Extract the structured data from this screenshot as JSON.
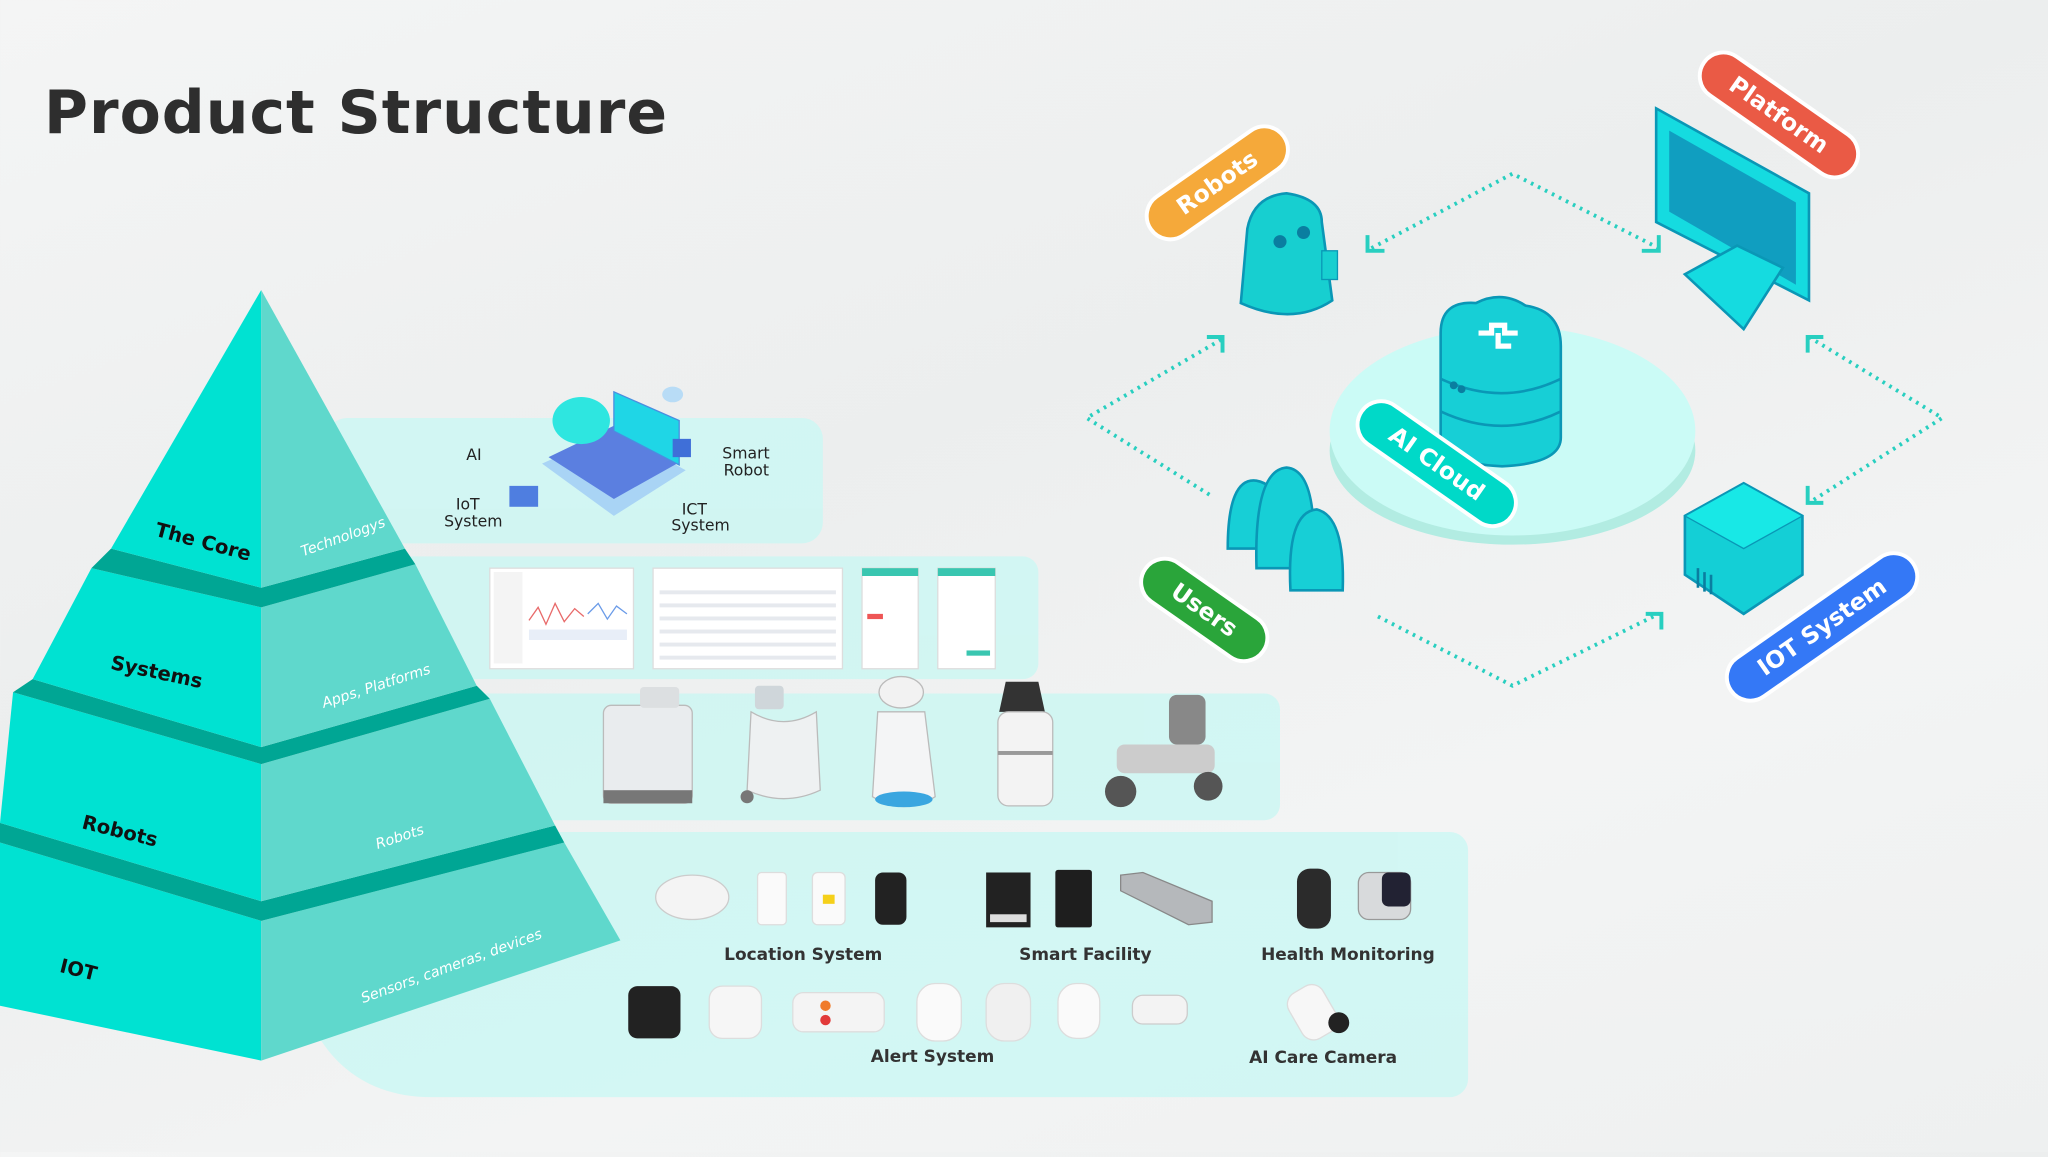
{
  "title": "Product Structure",
  "pyramid": {
    "layers": [
      {
        "name": "The Core",
        "desc": "Technologys"
      },
      {
        "name": "Systems",
        "desc": "Apps, Platforms"
      },
      {
        "name": "Robots",
        "desc": "Robots"
      },
      {
        "name": "IOT",
        "desc": "Sensors, cameras, devices"
      }
    ],
    "colors": {
      "left": "#00e2d2",
      "right": "#5fd8cc",
      "band": "#00a694"
    }
  },
  "core_panel": {
    "ai": "AI",
    "iot_system": [
      "IoT",
      "System"
    ],
    "smart_robot": [
      "Smart",
      "Robot"
    ],
    "ict_system": [
      "ICT",
      "System"
    ]
  },
  "iot_groups": [
    "Location System",
    "Smart Facility",
    "Health Monitoring",
    "Alert System",
    "AI Care Camera"
  ],
  "diagram": {
    "center": "AI Cloud",
    "nodes": [
      {
        "label": "Robots",
        "color": "#f5a93a"
      },
      {
        "label": "Platform",
        "color": "#ea5a45"
      },
      {
        "label": "Users",
        "color": "#2aa53a"
      },
      {
        "label": "IOT System",
        "color": "#3478f6"
      }
    ],
    "center_color": "#00d9c8"
  }
}
